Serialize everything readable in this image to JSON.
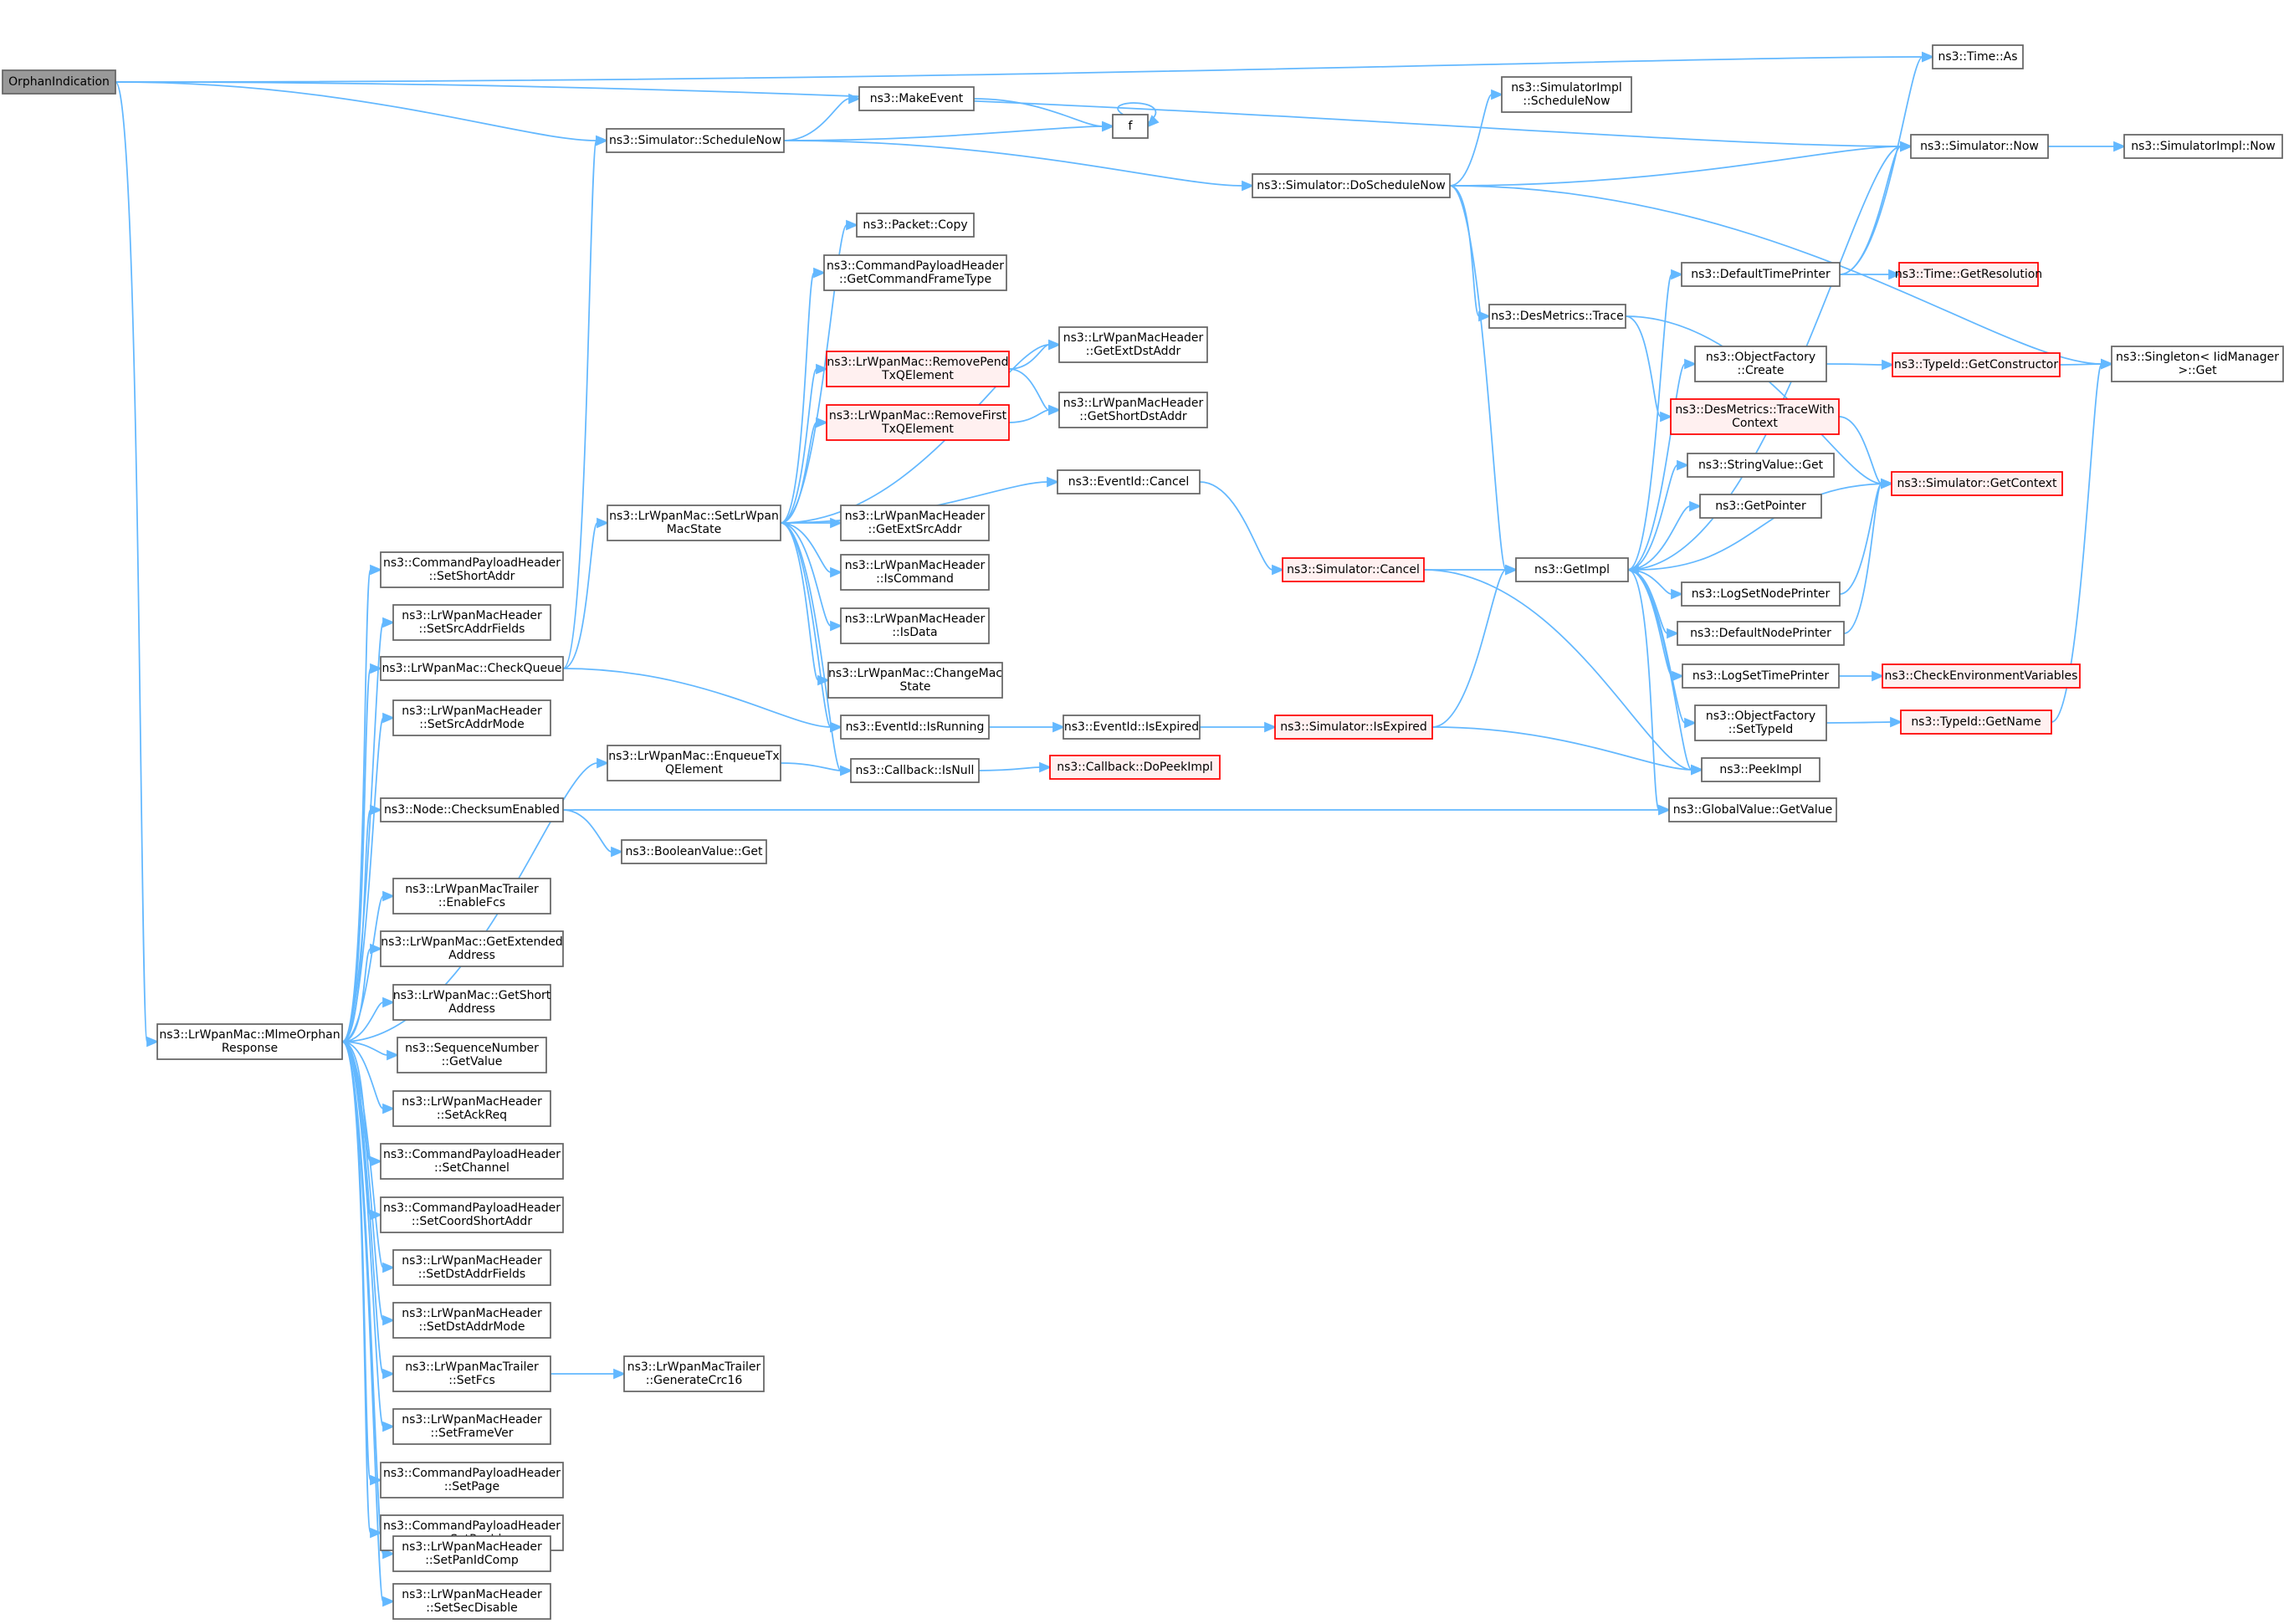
{
  "diagram": {
    "type": "call-graph",
    "colors": {
      "edge": "#63b8ff",
      "node_border": "#666666",
      "root_fill": "#999999",
      "truncated_border": "#ff0000",
      "truncated_fill": "#fff0f0"
    },
    "nodes": [
      {
        "id": "n0",
        "lines": [
          "OrphanIndication"
        ],
        "style": "root"
      },
      {
        "id": "n1",
        "lines": [
          "ns3::Time::As"
        ]
      },
      {
        "id": "n2",
        "lines": [
          "ns3::Simulator::Now"
        ]
      },
      {
        "id": "n3",
        "lines": [
          "ns3::Simulator::ScheduleNow"
        ]
      },
      {
        "id": "n4",
        "lines": [
          "ns3::LrWpanMac::MlmeOrphan",
          "Response"
        ]
      },
      {
        "id": "n5",
        "lines": [
          "ns3::MakeEvent"
        ]
      },
      {
        "id": "n6",
        "lines": [
          "f"
        ]
      },
      {
        "id": "n7",
        "lines": [
          "ns3::SimulatorImpl",
          "::ScheduleNow"
        ]
      },
      {
        "id": "n8",
        "lines": [
          "ns3::Simulator::DoScheduleNow"
        ]
      },
      {
        "id": "n9",
        "lines": [
          "ns3::SimulatorImpl::Now"
        ]
      },
      {
        "id": "n10",
        "lines": [
          "ns3::Packet::Copy"
        ]
      },
      {
        "id": "n11",
        "lines": [
          "ns3::CommandPayloadHeader",
          "::GetCommandFrameType"
        ]
      },
      {
        "id": "n12",
        "lines": [
          "ns3::LrWpanMacHeader",
          "::GetExtDstAddr"
        ]
      },
      {
        "id": "n13",
        "lines": [
          "ns3::LrWpanMac::RemovePend",
          "TxQElement"
        ],
        "style": "truncated"
      },
      {
        "id": "n14",
        "lines": [
          "ns3::LrWpanMacHeader",
          "::GetShortDstAddr"
        ]
      },
      {
        "id": "n15",
        "lines": [
          "ns3::LrWpanMac::RemoveFirst",
          "TxQElement"
        ],
        "style": "truncated"
      },
      {
        "id": "n16",
        "lines": [
          "ns3::EventId::Cancel"
        ]
      },
      {
        "id": "n17",
        "lines": [
          "ns3::LrWpanMac::SetLrWpan",
          "MacState"
        ]
      },
      {
        "id": "n18",
        "lines": [
          "ns3::LrWpanMacHeader",
          "::GetExtSrcAddr"
        ]
      },
      {
        "id": "n19",
        "lines": [
          "ns3::LrWpanMacHeader",
          "::IsCommand"
        ]
      },
      {
        "id": "n20",
        "lines": [
          "ns3::LrWpanMacHeader",
          "::IsData"
        ]
      },
      {
        "id": "n21",
        "lines": [
          "ns3::LrWpanMac::ChangeMac",
          "State"
        ]
      },
      {
        "id": "n22",
        "lines": [
          "ns3::EventId::IsRunning"
        ]
      },
      {
        "id": "n23",
        "lines": [
          "ns3::Callback::IsNull"
        ]
      },
      {
        "id": "n24",
        "lines": [
          "ns3::EventId::IsExpired"
        ]
      },
      {
        "id": "n25",
        "lines": [
          "ns3::Callback::DoPeekImpl"
        ],
        "style": "truncated"
      },
      {
        "id": "n26",
        "lines": [
          "ns3::Simulator::Cancel"
        ],
        "style": "truncated"
      },
      {
        "id": "n27",
        "lines": [
          "ns3::Simulator::IsExpired"
        ],
        "style": "truncated"
      },
      {
        "id": "n28",
        "lines": [
          "ns3::DefaultTimePrinter"
        ]
      },
      {
        "id": "n29",
        "lines": [
          "ns3::Time::GetResolution"
        ],
        "style": "truncated"
      },
      {
        "id": "n30",
        "lines": [
          "ns3::DesMetrics::Trace"
        ]
      },
      {
        "id": "n31",
        "lines": [
          "ns3::ObjectFactory",
          "::Create"
        ]
      },
      {
        "id": "n32",
        "lines": [
          "ns3::TypeId::GetConstructor"
        ],
        "style": "truncated"
      },
      {
        "id": "n33",
        "lines": [
          "ns3::Singleton< IidManager",
          ">::Get"
        ]
      },
      {
        "id": "n34",
        "lines": [
          "ns3::DesMetrics::TraceWith",
          "Context"
        ],
        "style": "truncated"
      },
      {
        "id": "n35",
        "lines": [
          "ns3::StringValue::Get"
        ]
      },
      {
        "id": "n36",
        "lines": [
          "ns3::Simulator::GetContext"
        ],
        "style": "truncated"
      },
      {
        "id": "n37",
        "lines": [
          "ns3::GetPointer"
        ]
      },
      {
        "id": "n38",
        "lines": [
          "ns3::GetImpl"
        ]
      },
      {
        "id": "n39",
        "lines": [
          "ns3::LogSetNodePrinter"
        ]
      },
      {
        "id": "n40",
        "lines": [
          "ns3::DefaultNodePrinter"
        ]
      },
      {
        "id": "n41",
        "lines": [
          "ns3::LogSetTimePrinter"
        ]
      },
      {
        "id": "n42",
        "lines": [
          "ns3::CheckEnvironmentVariables"
        ],
        "style": "truncated"
      },
      {
        "id": "n43",
        "lines": [
          "ns3::ObjectFactory",
          "::SetTypeId"
        ]
      },
      {
        "id": "n44",
        "lines": [
          "ns3::TypeId::GetName"
        ],
        "style": "truncated"
      },
      {
        "id": "n45",
        "lines": [
          "ns3::PeekImpl"
        ]
      },
      {
        "id": "n46",
        "lines": [
          "ns3::GlobalValue::GetValue"
        ]
      },
      {
        "id": "n47",
        "lines": [
          "ns3::CommandPayloadHeader",
          "::SetShortAddr"
        ]
      },
      {
        "id": "n48",
        "lines": [
          "ns3::LrWpanMacHeader",
          "::SetSrcAddrFields"
        ]
      },
      {
        "id": "n49",
        "lines": [
          "ns3::LrWpanMac::CheckQueue"
        ]
      },
      {
        "id": "n50",
        "lines": [
          "ns3::LrWpanMacHeader",
          "::SetSrcAddrMode"
        ]
      },
      {
        "id": "n51",
        "lines": [
          "ns3::LrWpanMac::EnqueueTx",
          "QElement"
        ]
      },
      {
        "id": "n52",
        "lines": [
          "ns3::Node::ChecksumEnabled"
        ]
      },
      {
        "id": "n53",
        "lines": [
          "ns3::BooleanValue::Get"
        ]
      },
      {
        "id": "n54",
        "lines": [
          "ns3::LrWpanMacTrailer",
          "::EnableFcs"
        ]
      },
      {
        "id": "n55",
        "lines": [
          "ns3::LrWpanMac::GetExtended",
          "Address"
        ]
      },
      {
        "id": "n56",
        "lines": [
          "ns3::LrWpanMac::GetShort",
          "Address"
        ]
      },
      {
        "id": "n57",
        "lines": [
          "ns3::SequenceNumber",
          "::GetValue"
        ]
      },
      {
        "id": "n58",
        "lines": [
          "ns3::LrWpanMacHeader",
          "::SetAckReq"
        ]
      },
      {
        "id": "n59",
        "lines": [
          "ns3::CommandPayloadHeader",
          "::SetChannel"
        ]
      },
      {
        "id": "n60",
        "lines": [
          "ns3::CommandPayloadHeader",
          "::SetCoordShortAddr"
        ]
      },
      {
        "id": "n61",
        "lines": [
          "ns3::LrWpanMacHeader",
          "::SetDstAddrFields"
        ]
      },
      {
        "id": "n62",
        "lines": [
          "ns3::LrWpanMacHeader",
          "::SetDstAddrMode"
        ]
      },
      {
        "id": "n63",
        "lines": [
          "ns3::LrWpanMacTrailer",
          "::SetFcs"
        ]
      },
      {
        "id": "n64",
        "lines": [
          "ns3::LrWpanMacTrailer",
          "::GenerateCrc16"
        ]
      },
      {
        "id": "n65",
        "lines": [
          "ns3::LrWpanMacHeader",
          "::SetFrameVer"
        ]
      },
      {
        "id": "n66",
        "lines": [
          "ns3::CommandPayloadHeader",
          "::SetPage"
        ]
      },
      {
        "id": "n67",
        "lines": [
          "ns3::CommandPayloadHeader",
          "::SetPanId"
        ]
      },
      {
        "id": "n68",
        "lines": [
          "ns3::LrWpanMacHeader",
          "::SetPanIdComp"
        ]
      },
      {
        "id": "n69",
        "lines": [
          "ns3::LrWpanMacHeader",
          "::SetSecDisable"
        ]
      }
    ],
    "edges": [
      {
        "from": "n0",
        "to": "n1"
      },
      {
        "from": "n0",
        "to": "n2"
      },
      {
        "from": "n0",
        "to": "n3"
      },
      {
        "from": "n0",
        "to": "n4"
      },
      {
        "from": "n3",
        "to": "n5"
      },
      {
        "from": "n3",
        "to": "n6"
      },
      {
        "from": "n3",
        "to": "n8"
      },
      {
        "from": "n5",
        "to": "n6"
      },
      {
        "from": "n6",
        "to": "n6"
      },
      {
        "from": "n8",
        "to": "n7"
      },
      {
        "from": "n8",
        "to": "n2"
      },
      {
        "from": "n8",
        "to": "n30"
      },
      {
        "from": "n8",
        "to": "n38"
      },
      {
        "from": "n8",
        "to": "n33"
      },
      {
        "from": "n2",
        "to": "n9"
      },
      {
        "from": "n17",
        "to": "n10"
      },
      {
        "from": "n17",
        "to": "n11"
      },
      {
        "from": "n17",
        "to": "n12"
      },
      {
        "from": "n17",
        "to": "n13"
      },
      {
        "from": "n17",
        "to": "n15"
      },
      {
        "from": "n17",
        "to": "n16"
      },
      {
        "from": "n17",
        "to": "n18"
      },
      {
        "from": "n17",
        "to": "n19"
      },
      {
        "from": "n17",
        "to": "n20"
      },
      {
        "from": "n17",
        "to": "n21"
      },
      {
        "from": "n17",
        "to": "n22"
      },
      {
        "from": "n17",
        "to": "n23"
      },
      {
        "from": "n13",
        "to": "n12"
      },
      {
        "from": "n13",
        "to": "n14"
      },
      {
        "from": "n15",
        "to": "n14"
      },
      {
        "from": "n16",
        "to": "n26"
      },
      {
        "from": "n26",
        "to": "n38"
      },
      {
        "from": "n26",
        "to": "n45"
      },
      {
        "from": "n22",
        "to": "n24"
      },
      {
        "from": "n24",
        "to": "n27"
      },
      {
        "from": "n27",
        "to": "n38"
      },
      {
        "from": "n27",
        "to": "n45"
      },
      {
        "from": "n23",
        "to": "n25"
      },
      {
        "from": "n28",
        "to": "n1"
      },
      {
        "from": "n28",
        "to": "n2"
      },
      {
        "from": "n28",
        "to": "n29"
      },
      {
        "from": "n30",
        "to": "n34"
      },
      {
        "from": "n30",
        "to": "n36"
      },
      {
        "from": "n34",
        "to": "n36"
      },
      {
        "from": "n31",
        "to": "n32"
      },
      {
        "from": "n32",
        "to": "n33"
      },
      {
        "from": "n38",
        "to": "n2"
      },
      {
        "from": "n38",
        "to": "n28"
      },
      {
        "from": "n38",
        "to": "n31"
      },
      {
        "from": "n38",
        "to": "n35"
      },
      {
        "from": "n38",
        "to": "n37"
      },
      {
        "from": "n38",
        "to": "n39"
      },
      {
        "from": "n38",
        "to": "n40"
      },
      {
        "from": "n38",
        "to": "n41"
      },
      {
        "from": "n38",
        "to": "n43"
      },
      {
        "from": "n38",
        "to": "n45"
      },
      {
        "from": "n38",
        "to": "n46"
      },
      {
        "from": "n36",
        "to": "n38"
      },
      {
        "from": "n39",
        "to": "n36"
      },
      {
        "from": "n40",
        "to": "n36"
      },
      {
        "from": "n41",
        "to": "n42"
      },
      {
        "from": "n43",
        "to": "n44"
      },
      {
        "from": "n44",
        "to": "n33"
      },
      {
        "from": "n4",
        "to": "n47"
      },
      {
        "from": "n4",
        "to": "n48"
      },
      {
        "from": "n4",
        "to": "n49"
      },
      {
        "from": "n4",
        "to": "n50"
      },
      {
        "from": "n4",
        "to": "n51"
      },
      {
        "from": "n4",
        "to": "n52"
      },
      {
        "from": "n4",
        "to": "n54"
      },
      {
        "from": "n4",
        "to": "n55"
      },
      {
        "from": "n4",
        "to": "n56"
      },
      {
        "from": "n4",
        "to": "n57"
      },
      {
        "from": "n4",
        "to": "n58"
      },
      {
        "from": "n4",
        "to": "n59"
      },
      {
        "from": "n4",
        "to": "n60"
      },
      {
        "from": "n4",
        "to": "n61"
      },
      {
        "from": "n4",
        "to": "n62"
      },
      {
        "from": "n4",
        "to": "n63"
      },
      {
        "from": "n4",
        "to": "n65"
      },
      {
        "from": "n4",
        "to": "n66"
      },
      {
        "from": "n4",
        "to": "n67"
      },
      {
        "from": "n4",
        "to": "n68"
      },
      {
        "from": "n4",
        "to": "n69"
      },
      {
        "from": "n49",
        "to": "n3"
      },
      {
        "from": "n49",
        "to": "n17"
      },
      {
        "from": "n49",
        "to": "n22"
      },
      {
        "from": "n51",
        "to": "n23"
      },
      {
        "from": "n52",
        "to": "n53"
      },
      {
        "from": "n52",
        "to": "n46"
      },
      {
        "from": "n63",
        "to": "n64"
      }
    ]
  }
}
